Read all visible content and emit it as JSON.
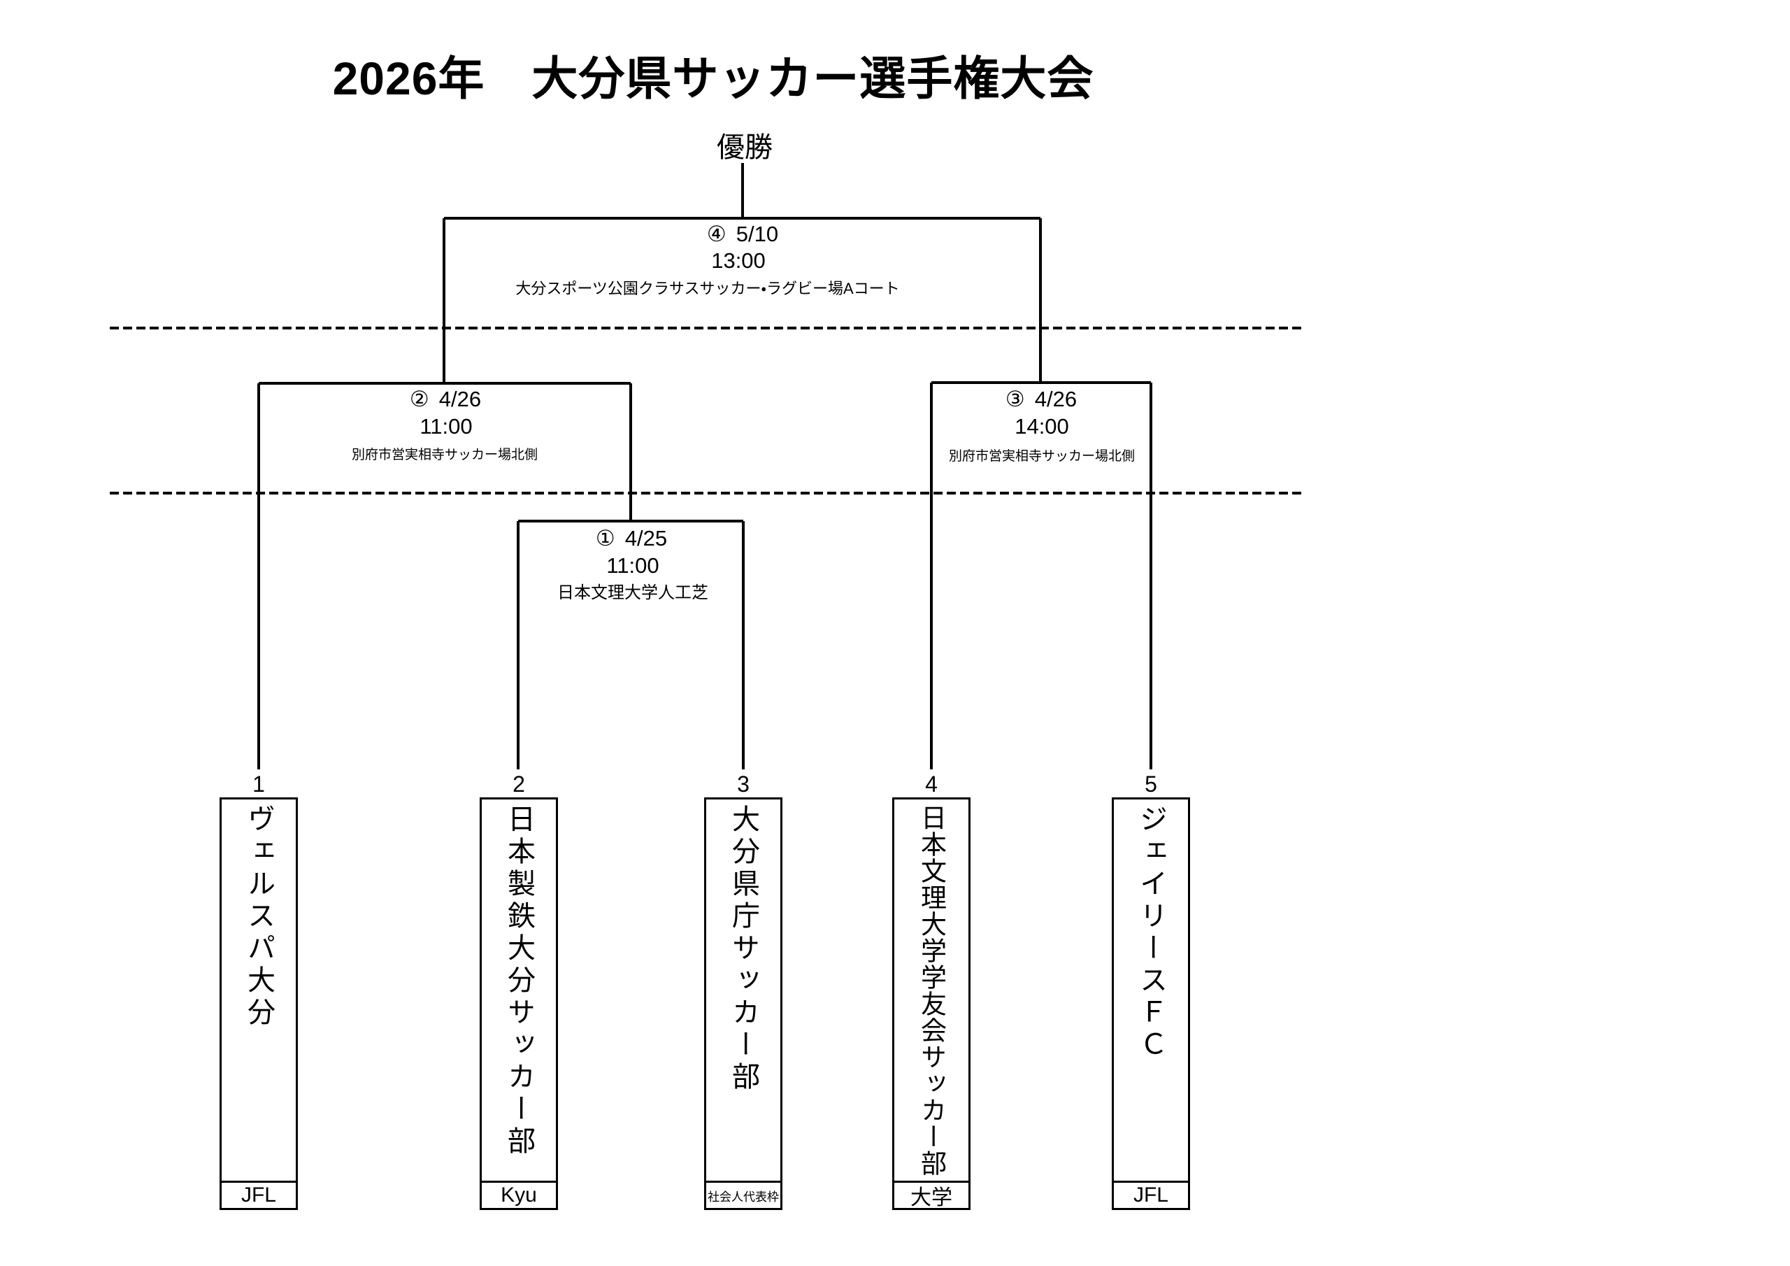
{
  "page": {
    "title": "2026年　大分県サッカー選手権大会",
    "champion_label": "優勝"
  },
  "matches": {
    "final": {
      "number": "④",
      "date": "5/10",
      "time": "13:00",
      "venue": "大分スポーツ公園クラサスサッカー・ラグビー場Aコート"
    },
    "semi_left": {
      "number": "②",
      "date": "4/26",
      "time": "11:00",
      "venue": "別府市営実相寺サッカー場北側"
    },
    "semi_right": {
      "number": "③",
      "date": "4/26",
      "time": "14:00",
      "venue": "別府市営実相寺サッカー場北側"
    },
    "round1": {
      "number": "①",
      "date": "4/25",
      "time": "11:00",
      "venue": "日本文理大学人工芝"
    }
  },
  "teams": [
    {
      "seed": "1",
      "name": "ヴェルスパ大分",
      "category": "JFL"
    },
    {
      "seed": "2",
      "name": "日本製鉄大分サッカー部",
      "category": "Kyu"
    },
    {
      "seed": "3",
      "name": "大分県庁サッカー部",
      "category": "社会人代表枠"
    },
    {
      "seed": "4",
      "name": "日本文理大学学友会サッカー部",
      "category": "大学"
    },
    {
      "seed": "5",
      "name": "ジェイリースＦＣ",
      "category": "JFL"
    }
  ],
  "colors": {
    "background": "#ffffff",
    "line": "#000000",
    "text": "#000000"
  }
}
